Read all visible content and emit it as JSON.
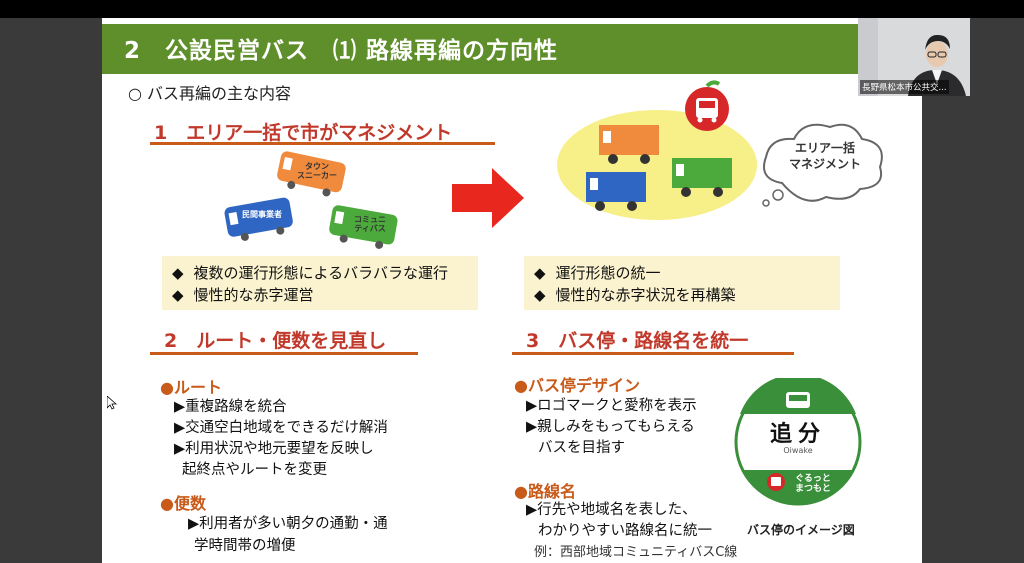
{
  "slide": {
    "title": "2　公設民営バス　⑴ 路線再編の方向性",
    "subtitle": "○ バス再編の主な内容",
    "section1": {
      "heading": "1　エリア一括で市がマネジメント",
      "bus_labels": [
        "タウン\nスニーカー",
        "民間事業者",
        "コミュニ\nティバス"
      ],
      "before_bullets": [
        "複数の運行形態によるバラバラな運行",
        "慢性的な赤字運営"
      ],
      "cloud_text": "エリア一括\nマネジメント",
      "after_bullets": [
        "運行形態の統一",
        "慢性的な赤字状況を再構築"
      ]
    },
    "section2": {
      "heading": "2　ルート・便数を見直し",
      "route_head": "●ルート",
      "route_items": [
        "▶重複路線を統合",
        "▶交通空白地域をできるだけ解消",
        "▶利用状況や地元要望を反映し",
        "起終点やルートを変更"
      ],
      "freq_head": "●便数",
      "freq_items": [
        "▶利用者が多い朝夕の通勤・通",
        "学時間帯の増便"
      ]
    },
    "section3": {
      "heading": "3　バス停・路線名を統一",
      "stop_head": "●バス停デザイン",
      "stop_items": [
        "▶ロゴマークと愛称を表示",
        "▶親しみをもってもらえる",
        "バスを目指す"
      ],
      "name_head": "●路線名",
      "name_items": [
        "▶行先や地域名を表した、",
        "わかりやすい路線名に統一",
        "例：西部地域コミュニティバスC線"
      ],
      "sign_main": "追分",
      "sign_sub": "Oiwake",
      "sign_brand": "ぐるっと\nまつもと",
      "sign_caption": "バス停のイメージ図"
    }
  },
  "video": {
    "participant_label": "長野県松本市公共交..."
  },
  "colors": {
    "title_green": "#5f8f2a",
    "heading_red": "#c0392b",
    "accent_orange": "#c85a1a",
    "bullet_bg": "#fbf3cf",
    "bus_orange": "#f08a3c",
    "bus_blue": "#2f66c4",
    "bus_green": "#4caa3c"
  },
  "icons": [
    "bus-icon",
    "arrow-right-icon",
    "cloud-icon",
    "bus-stop-sign-icon",
    "mouse-cursor-icon"
  ]
}
